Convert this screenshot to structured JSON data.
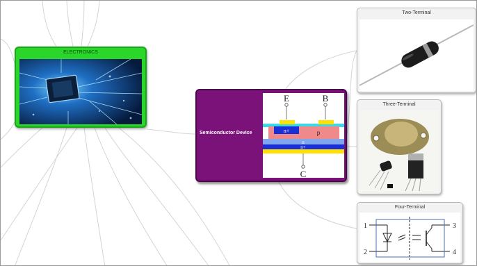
{
  "root": {
    "title": "ELECTRONICS",
    "image": "circuit-board-photo"
  },
  "central": {
    "label": "Semiconductor Device",
    "diagram": {
      "terminal_e": "E",
      "terminal_b": "B",
      "terminal_c": "C",
      "region_n_plus_emitter": "n+",
      "region_p": "p",
      "region_n": "n",
      "region_n_plus_collector": "n+"
    }
  },
  "children": {
    "two_terminal": {
      "title": "Two-Terminal",
      "image": "diode-photo"
    },
    "three_terminal": {
      "title": "Three-Terminal",
      "image": "transistor-packages-photo"
    },
    "four_terminal": {
      "title": "Four-Terminal",
      "image": "optocoupler-schematic",
      "pins": [
        "1",
        "2",
        "3",
        "4"
      ]
    }
  },
  "colors": {
    "root_fill": "#2bd62b",
    "central_fill": "#7a127a",
    "card_fill": "#f2f2f2",
    "connector": "#cfcfcf"
  }
}
